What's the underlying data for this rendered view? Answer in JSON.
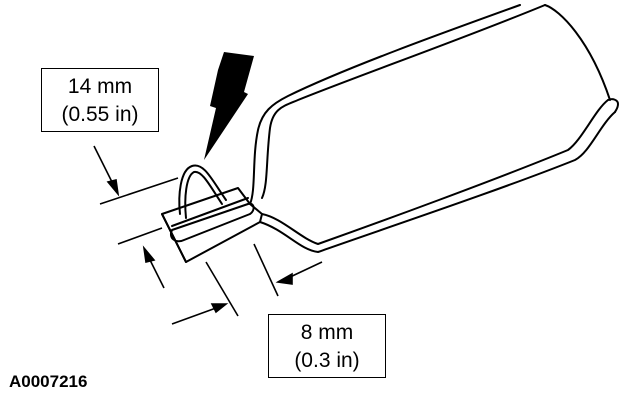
{
  "dimensions": {
    "width_label": {
      "metric": "14 mm",
      "imperial": "(0.55 in)"
    },
    "thickness_label": {
      "metric": "8 mm",
      "imperial": "(0.3 in)"
    }
  },
  "figure_code": "A0007216",
  "colors": {
    "line": "#000000",
    "background": "#ffffff"
  }
}
